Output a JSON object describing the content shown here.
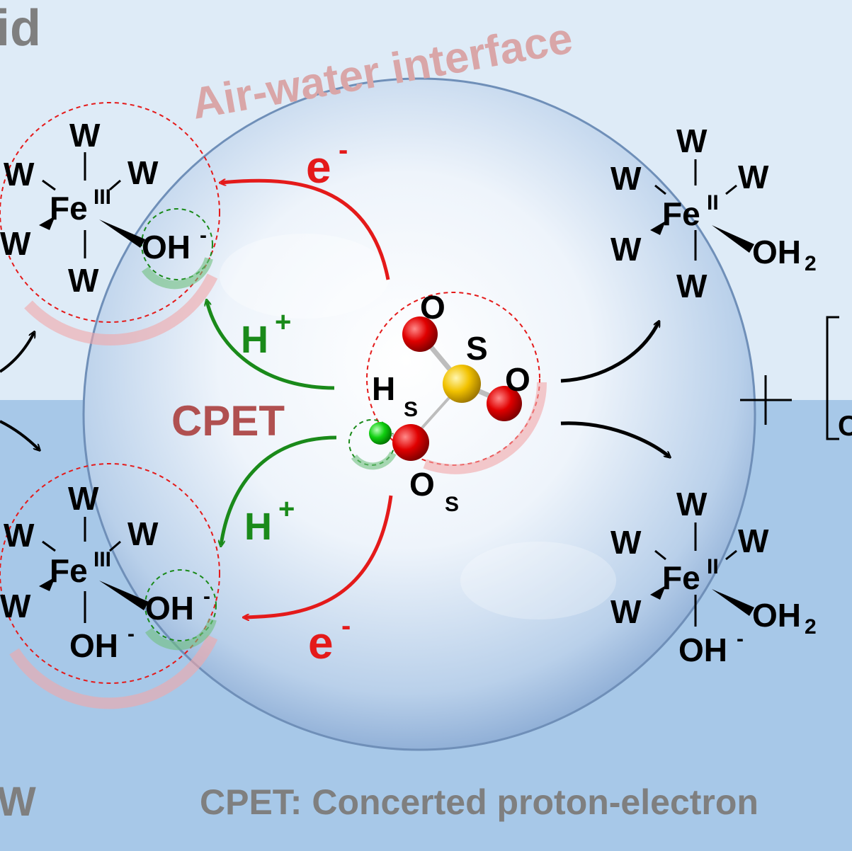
{
  "header": {
    "corner_top_left": "id",
    "interface_label": "Air-water interface"
  },
  "footer": {
    "corner_bottom_left": "W",
    "definition": "CPET: Concerted proton-electron"
  },
  "mechanism": {
    "electron_label": "e",
    "electron_charge": "-",
    "proton_label": "H",
    "proton_charge": "+",
    "process_label": "CPET"
  },
  "bisulfite": {
    "oxygen_top": "O",
    "sulfur": "S",
    "oxygen_right": "O",
    "hydrogen": "H",
    "hydrogen_sub": "S",
    "oxygen_bottom": "O",
    "oxygen_bottom_sub": "S"
  },
  "complexes": {
    "ligand": "W",
    "metal": "Fe",
    "ox_state_reactant": "III",
    "ox_state_product": "II",
    "hydroxide": "OH",
    "hydroxide_charge": "-",
    "water_ligand": "OH",
    "water_sub": "2"
  },
  "side_bracket": {
    "plus": "+",
    "partial_text": "C"
  },
  "colors": {
    "sky": "#deebf7",
    "water": "#a7c8e8",
    "red": "#e41a1a",
    "green": "#1a8a1a",
    "interface_text": "#d9a6a8",
    "cpet_text": "#b05050",
    "gray_text": "#7f7f7f"
  }
}
